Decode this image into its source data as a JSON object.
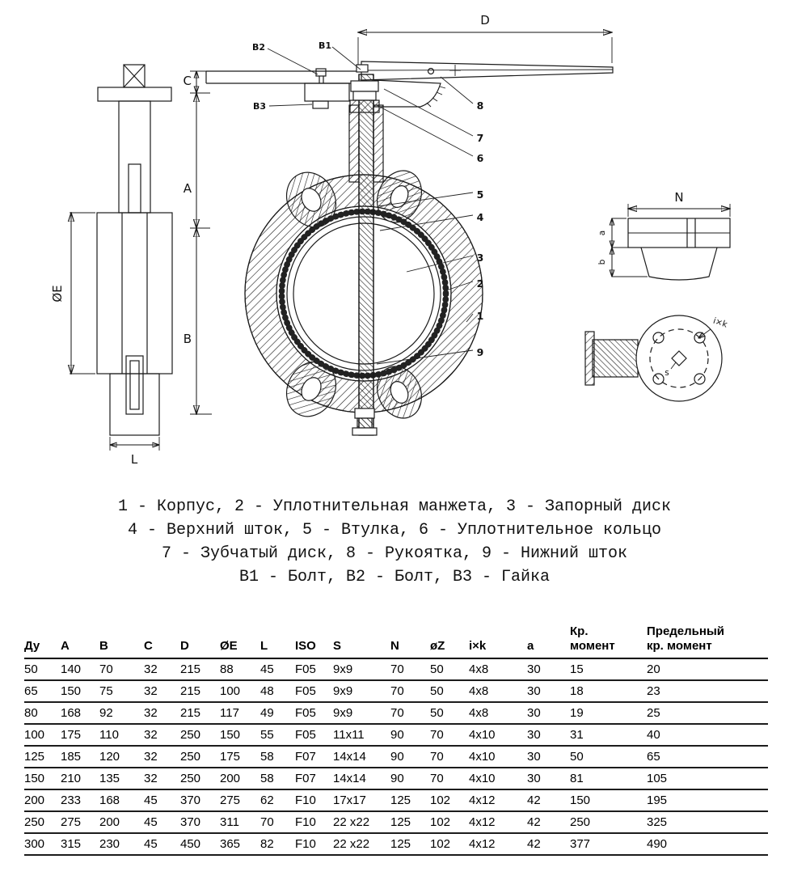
{
  "drawing": {
    "dim_labels": {
      "D": "D",
      "C": "C",
      "A": "A",
      "B": "B",
      "OE": "ØE",
      "L": "L",
      "N": "N",
      "a": "a",
      "b": "b",
      "ixk": "i×k",
      "s": "s"
    },
    "callouts": {
      "B1": "B1",
      "B2": "B2",
      "B3": "B3",
      "n1": "1",
      "n2": "2",
      "n3": "3",
      "n4": "4",
      "n5": "5",
      "n6": "6",
      "n7": "7",
      "n8": "8",
      "n9": "9"
    }
  },
  "legend": {
    "line1": "1 - Корпус, 2 - Уплотнительная манжета, 3 - Запорный диск",
    "line2": "4 - Верхний шток, 5 - Втулка, 6 - Уплотнительное кольцо",
    "line3": "7 - Зубчатый диск, 8 - Рукоятка, 9 - Нижний шток",
    "line4": "В1 - Болт, В2 - Болт, В3 - Гайка"
  },
  "table": {
    "headers": [
      "Ду",
      "A",
      "B",
      "C",
      "D",
      "ØE",
      "L",
      "ISO",
      "S",
      "N",
      "øZ",
      "i×k",
      "a",
      "Кр.\nмомент",
      "Предельный\nкр. момент"
    ],
    "rows": [
      [
        "50",
        "140",
        "70",
        "32",
        "215",
        "88",
        "45",
        "F05",
        "9x9",
        "70",
        "50",
        "4x8",
        "30",
        "15",
        "20"
      ],
      [
        "65",
        "150",
        "75",
        "32",
        "215",
        "100",
        "48",
        "F05",
        "9x9",
        "70",
        "50",
        "4x8",
        "30",
        "18",
        "23"
      ],
      [
        "80",
        "168",
        "92",
        "32",
        "215",
        "117",
        "49",
        "F05",
        "9x9",
        "70",
        "50",
        "4x8",
        "30",
        "19",
        "25"
      ],
      [
        "100",
        "175",
        "110",
        "32",
        "250",
        "150",
        "55",
        "F05",
        "11x11",
        "90",
        "70",
        "4x10",
        "30",
        "31",
        "40"
      ],
      [
        "125",
        "185",
        "120",
        "32",
        "250",
        "175",
        "58",
        "F07",
        "14x14",
        "90",
        "70",
        "4x10",
        "30",
        "50",
        "65"
      ],
      [
        "150",
        "210",
        "135",
        "32",
        "250",
        "200",
        "58",
        "F07",
        "14x14",
        "90",
        "70",
        "4x10",
        "30",
        "81",
        "105"
      ],
      [
        "200",
        "233",
        "168",
        "45",
        "370",
        "275",
        "62",
        "F10",
        "17x17",
        "125",
        "102",
        "4x12",
        "42",
        "150",
        "195"
      ],
      [
        "250",
        "275",
        "200",
        "45",
        "370",
        "311",
        "70",
        "F10",
        "22 x22",
        "125",
        "102",
        "4x12",
        "42",
        "250",
        "325"
      ],
      [
        "300",
        "315",
        "230",
        "45",
        "450",
        "365",
        "82",
        "F10",
        "22 x22",
        "125",
        "102",
        "4x12",
        "42",
        "377",
        "490"
      ]
    ]
  }
}
